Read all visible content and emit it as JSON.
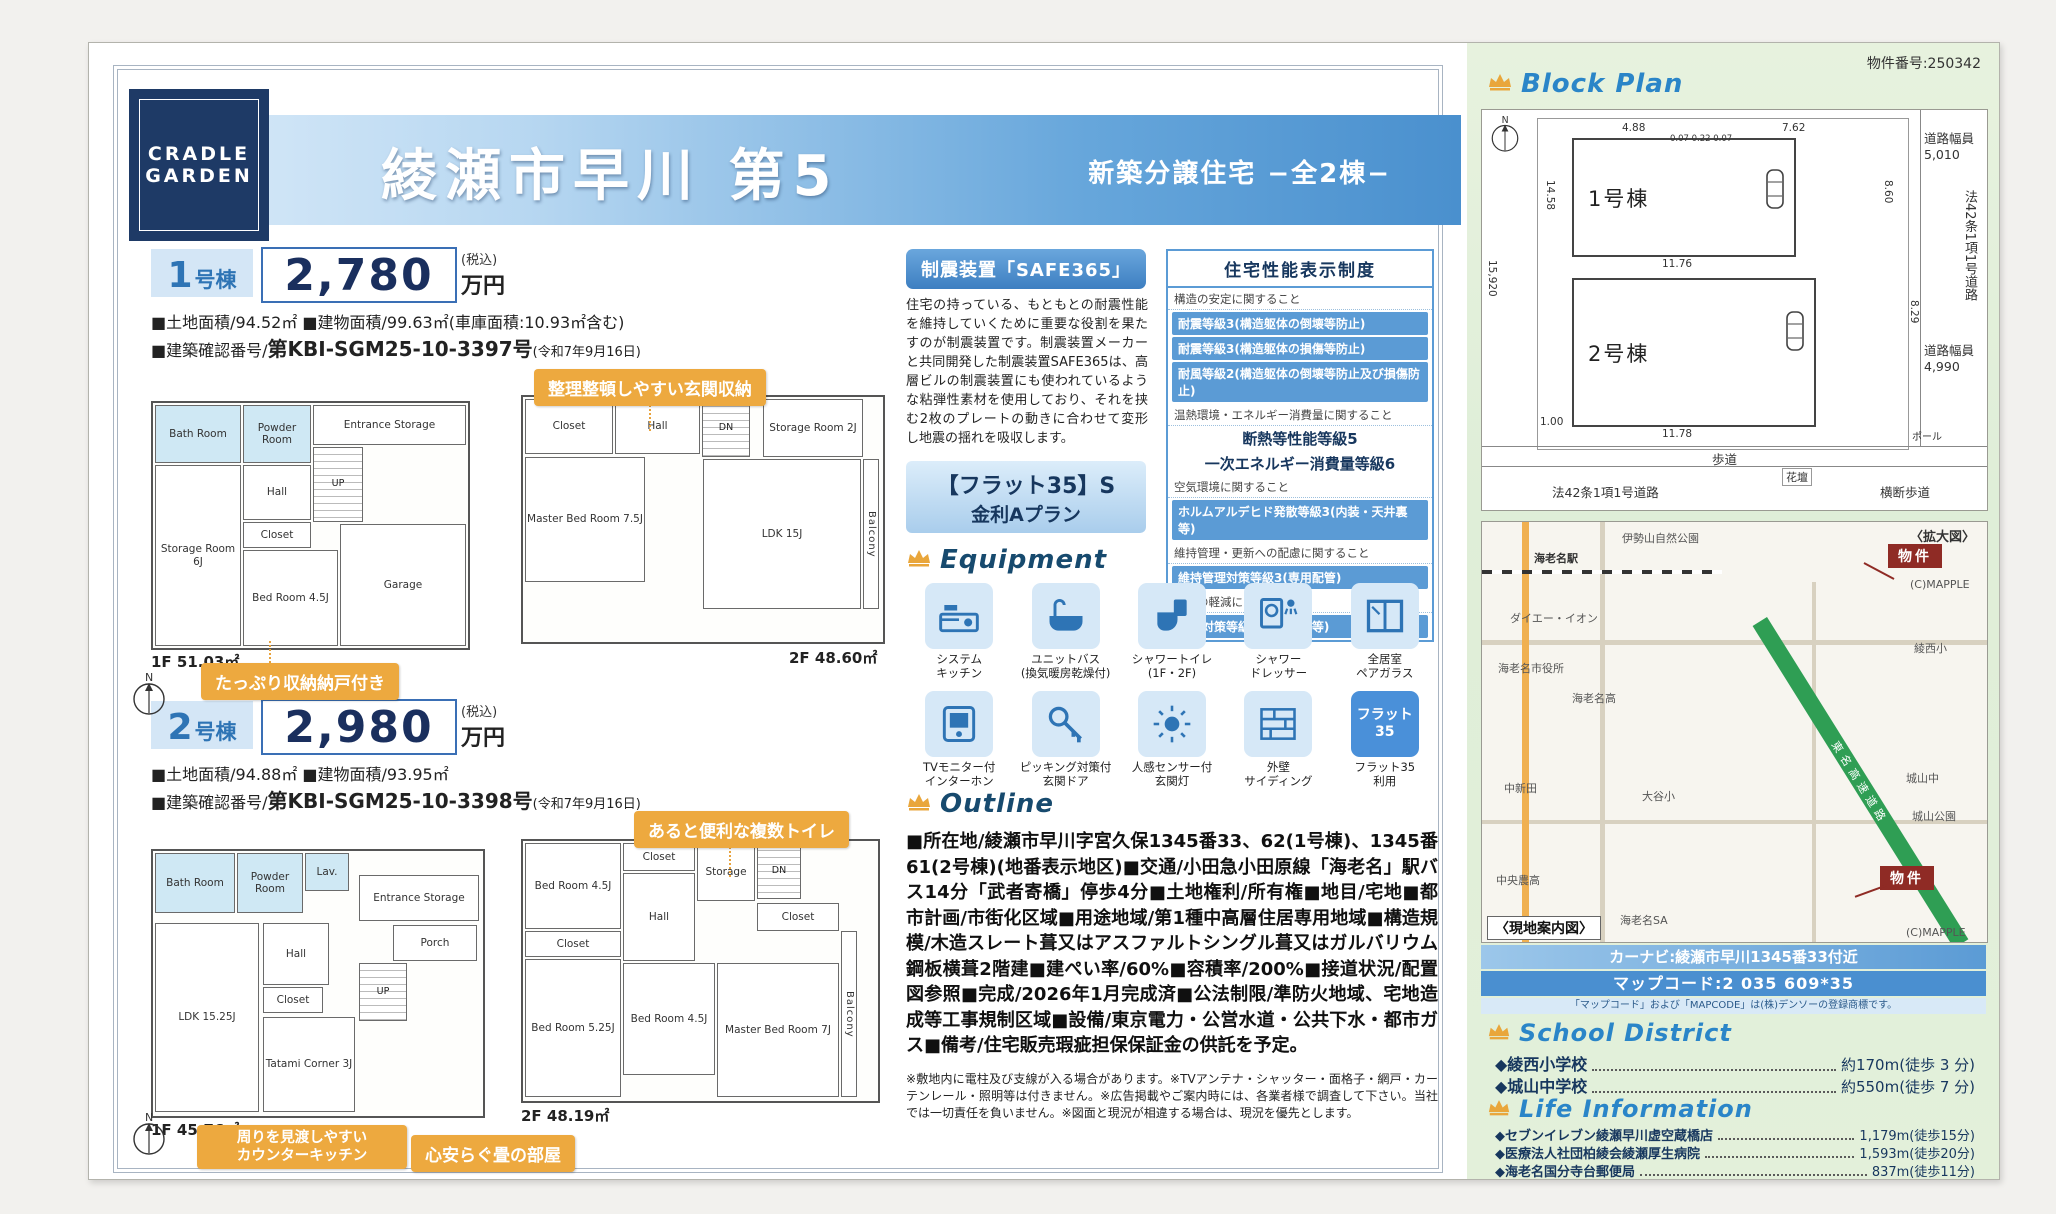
{
  "meta": {
    "property_number": "物件番号:250342"
  },
  "header": {
    "logo_line1": "CRADLE",
    "logo_line2": "GARDEN",
    "title": "綾瀬市早川 第5",
    "subtitle": "新築分譲住宅 −全2棟−"
  },
  "building1": {
    "badge_num": "1",
    "badge_suffix": "号棟",
    "price": "2,780",
    "tax_note": "(税込)",
    "price_unit": "万円",
    "spec1": "■土地面積/94.52㎡ ■建物面積/99.63㎡(車庫面積:10.93㎡含む)",
    "spec2_label": "■建築確認番号/",
    "spec2_value": "第KBI-SGM25-10-3397号",
    "spec2_date": "(令和7年9月16日)",
    "callout_entrance": "整理整頓しやすい玄関収納",
    "callout_storage": "たっぷり収納納戸付き",
    "f1_area": "1F 51.03㎡",
    "f2_area": "2F 48.60㎡",
    "f1_rooms": [
      "Bath Room",
      "Powder Room",
      "Entrance Storage",
      "Hall",
      "Closet",
      "Bed Room 4.5J",
      "Storage Room 6J",
      "Garage",
      "UP"
    ],
    "f2_rooms": [
      "Closet",
      "Hall",
      "Storage Room 2J",
      "Master Bed Room 7.5J",
      "LDK 15J",
      "Balcony",
      "DN"
    ]
  },
  "building2": {
    "badge_num": "2",
    "badge_suffix": "号棟",
    "price": "2,980",
    "tax_note": "(税込)",
    "price_unit": "万円",
    "spec1": "■土地面積/94.88㎡ ■建物面積/93.95㎡",
    "spec2_label": "■建築確認番号/",
    "spec2_value": "第KBI-SGM25-10-3398号",
    "spec2_date": "(令和7年9月16日)",
    "callout_toilet": "あると便利な複数トイレ",
    "callout_kitchen1": "周りを見渡しやすい",
    "callout_kitchen2": "カウンターキッチン",
    "callout_tatami": "心安らぐ畳の部屋",
    "f1_area": "1F 45.76㎡",
    "f2_area": "2F 48.19㎡",
    "f1_rooms": [
      "Bath Room",
      "Powder Room",
      "Lav.",
      "Entrance Storage",
      "Hall",
      "Closet",
      "LDK 15.25J",
      "Tatami Corner 3J",
      "Porch",
      "UP"
    ],
    "f2_rooms": [
      "Bed Room 4.5J",
      "Closet",
      "Storage",
      "Hall",
      "Closet",
      "Bed Room 5.25J",
      "Bed Room 4.5J",
      "Master Bed Room 7J",
      "Closet",
      "Balcony",
      "DN"
    ]
  },
  "safe365": {
    "badge": "制震装置「SAFE365」",
    "body": "住宅の持っている、もともとの耐震性能を維持していくために重要な役割を果たすのが制震装置です。制震装置メーカーと共同開発した制震装置SAFE365は、高層ビルの制震装置にも使われているような粘弾性素材を使用しており、それを挟む2枚のプレートの動きに合わせて変形し地震の揺れを吸収します。"
  },
  "flat35": {
    "line1": "【フラット35】S",
    "line2": "金利Aプラン"
  },
  "performance": {
    "title": "住宅性能表示制度",
    "rows": [
      {
        "text": "構造の安定に関すること"
      },
      {
        "text": "耐震等級3(構造躯体の倒壊等防止)"
      },
      {
        "text": "耐震等級3(構造躯体の損傷等防止)"
      },
      {
        "text": "耐風等級2(構造躯体の倒壊等防止及び損傷防止)"
      },
      {
        "text": "温熱環境・エネルギー消費量に関すること"
      },
      {
        "text": "断熱等性能等級5"
      },
      {
        "text": "一次エネルギー消費量等級6"
      },
      {
        "text": "空気環境に関すること"
      },
      {
        "text": "ホルムアルデヒド発散等級3(内装・天井裏等)"
      },
      {
        "text": "維持管理・更新への配慮に関すること"
      },
      {
        "text": "維持管理対策等級3(専用配管)"
      },
      {
        "text": "劣化の軽減に関すること"
      },
      {
        "text": "劣化対策等級3(構造躯体等)"
      }
    ]
  },
  "equipment": {
    "title": "Equipment",
    "flat35_icon_text": "フラット35",
    "items": [
      {
        "label1": "システム",
        "label2": "キッチン"
      },
      {
        "label1": "ユニットバス",
        "label2": "(換気暖房乾燥付)"
      },
      {
        "label1": "シャワートイレ",
        "label2": "(1F・2F)"
      },
      {
        "label1": "シャワー",
        "label2": "ドレッサー"
      },
      {
        "label1": "全居室",
        "label2": "ペアガラス"
      },
      {
        "label1": "TVモニター付",
        "label2": "インターホン"
      },
      {
        "label1": "ピッキング対策付",
        "label2": "玄関ドア"
      },
      {
        "label1": "人感センサー付",
        "label2": "玄関灯"
      },
      {
        "label1": "外壁",
        "label2": "サイディング"
      },
      {
        "label1": "フラット35",
        "label2": "利用"
      }
    ]
  },
  "outline": {
    "title": "Outline",
    "body": "■所在地/綾瀬市早川字宮久保1345番33、62(1号棟)、1345番61(2号棟)(地番表示地区)■交通/小田急小田原線「海老名」駅バス14分「武者寄橋」停歩4分■土地権利/所有権■地目/宅地■都市計画/市街化区域■用途地域/第1種中高層住居専用地域■構造規模/木造スレート葺又はアスファルトシングル葺又はガルバリウム鋼板横葺2階建■建ぺい率/60%■容積率/200%■接道状況/配置図参照■完成/2026年1月完成済■公法制限/準防火地域、宅地造成等工事規制区域■設備/東京電力・公営水道・公共下水・都市ガス■備考/住宅販売瑕疵担保保証金の供託を予定。",
    "note": "※敷地内に電柱及び支線が入る場合があります。※TVアンテナ・シャッター・面格子・網戸・カーテンレール・照明等は付きません。※広告掲載やご案内時には、各業者様で調査して下さい。当社では一切責任を負いません。※図面と現況が相違する場合は、現況を優先とします。"
  },
  "blockplan": {
    "title": "Block Plan",
    "b1": "1号棟",
    "b2": "2号棟",
    "road_width_top_l1": "道路幅員",
    "road_width_top_l2": "5,010",
    "road_law_right": "法42条1項1号道路",
    "road_width_right_l1": "道路幅員",
    "road_width_right_l2": "4,990",
    "sidewalk": "歩道",
    "flowerbed": "花壇",
    "crosswalk": "横断歩道",
    "road_law_bottom": "法42条1項1号道路",
    "pole": "ポール",
    "dim_488": "4.88",
    "dim_762": "7.62",
    "dim_007s": "0.07 0.22 0.07",
    "dim_1458": "14.58",
    "dim_860": "8.60",
    "dim_1176": "11.76",
    "dim_1178": "11.78",
    "dim_829": "8.29",
    "dim_100": "1.00",
    "dim_15920": "15,920"
  },
  "map": {
    "labels": {
      "enlarged": "〈拡大図〉",
      "property1": "物件",
      "property2": "物件",
      "station": "海老名駅",
      "park": "伊勢山自然公園",
      "daiei": "ダイエー・イオン",
      "ryosei_sho": "綾西小",
      "cityhall": "海老名市役所",
      "ebina_high": "海老名高",
      "expressway": "東名高速道路",
      "sa": "海老名SA",
      "nakashinden": "中新田",
      "otani_sho": "大谷小",
      "shiroyama_chu": "城山中",
      "shiroyama_park": "城山公園",
      "chuo_noko": "中央農高",
      "mapple1": "(C)MAPPLE",
      "mapple2": "(C)MAPPLE",
      "guide": "〈現地案内図〉"
    },
    "carnav": "カーナビ:綾瀬市早川1345番33付近",
    "mapcode": "マップコード:2 035 609*35",
    "mapcode_note": "「マップコード」および「MAPCODE」は(株)デンソーの登録商標です。"
  },
  "school": {
    "title": "School District",
    "items": [
      {
        "name": "◆綾西小学校",
        "value": "約170m(徒歩 3 分)"
      },
      {
        "name": "◆城山中学校",
        "value": "約550m(徒歩 7 分)"
      }
    ]
  },
  "life": {
    "title": "Life Information",
    "items": [
      {
        "name": "◆セブンイレブン綾瀬早川虚空蔵橋店",
        "value": "1,179m(徒歩15分)"
      },
      {
        "name": "◆医療法人社団柏綾会綾瀬厚生病院",
        "value": "1,593m(徒歩20分)"
      },
      {
        "name": "◆海老名国分寺台郵便局",
        "value": "837m(徒歩11分)"
      }
    ]
  }
}
